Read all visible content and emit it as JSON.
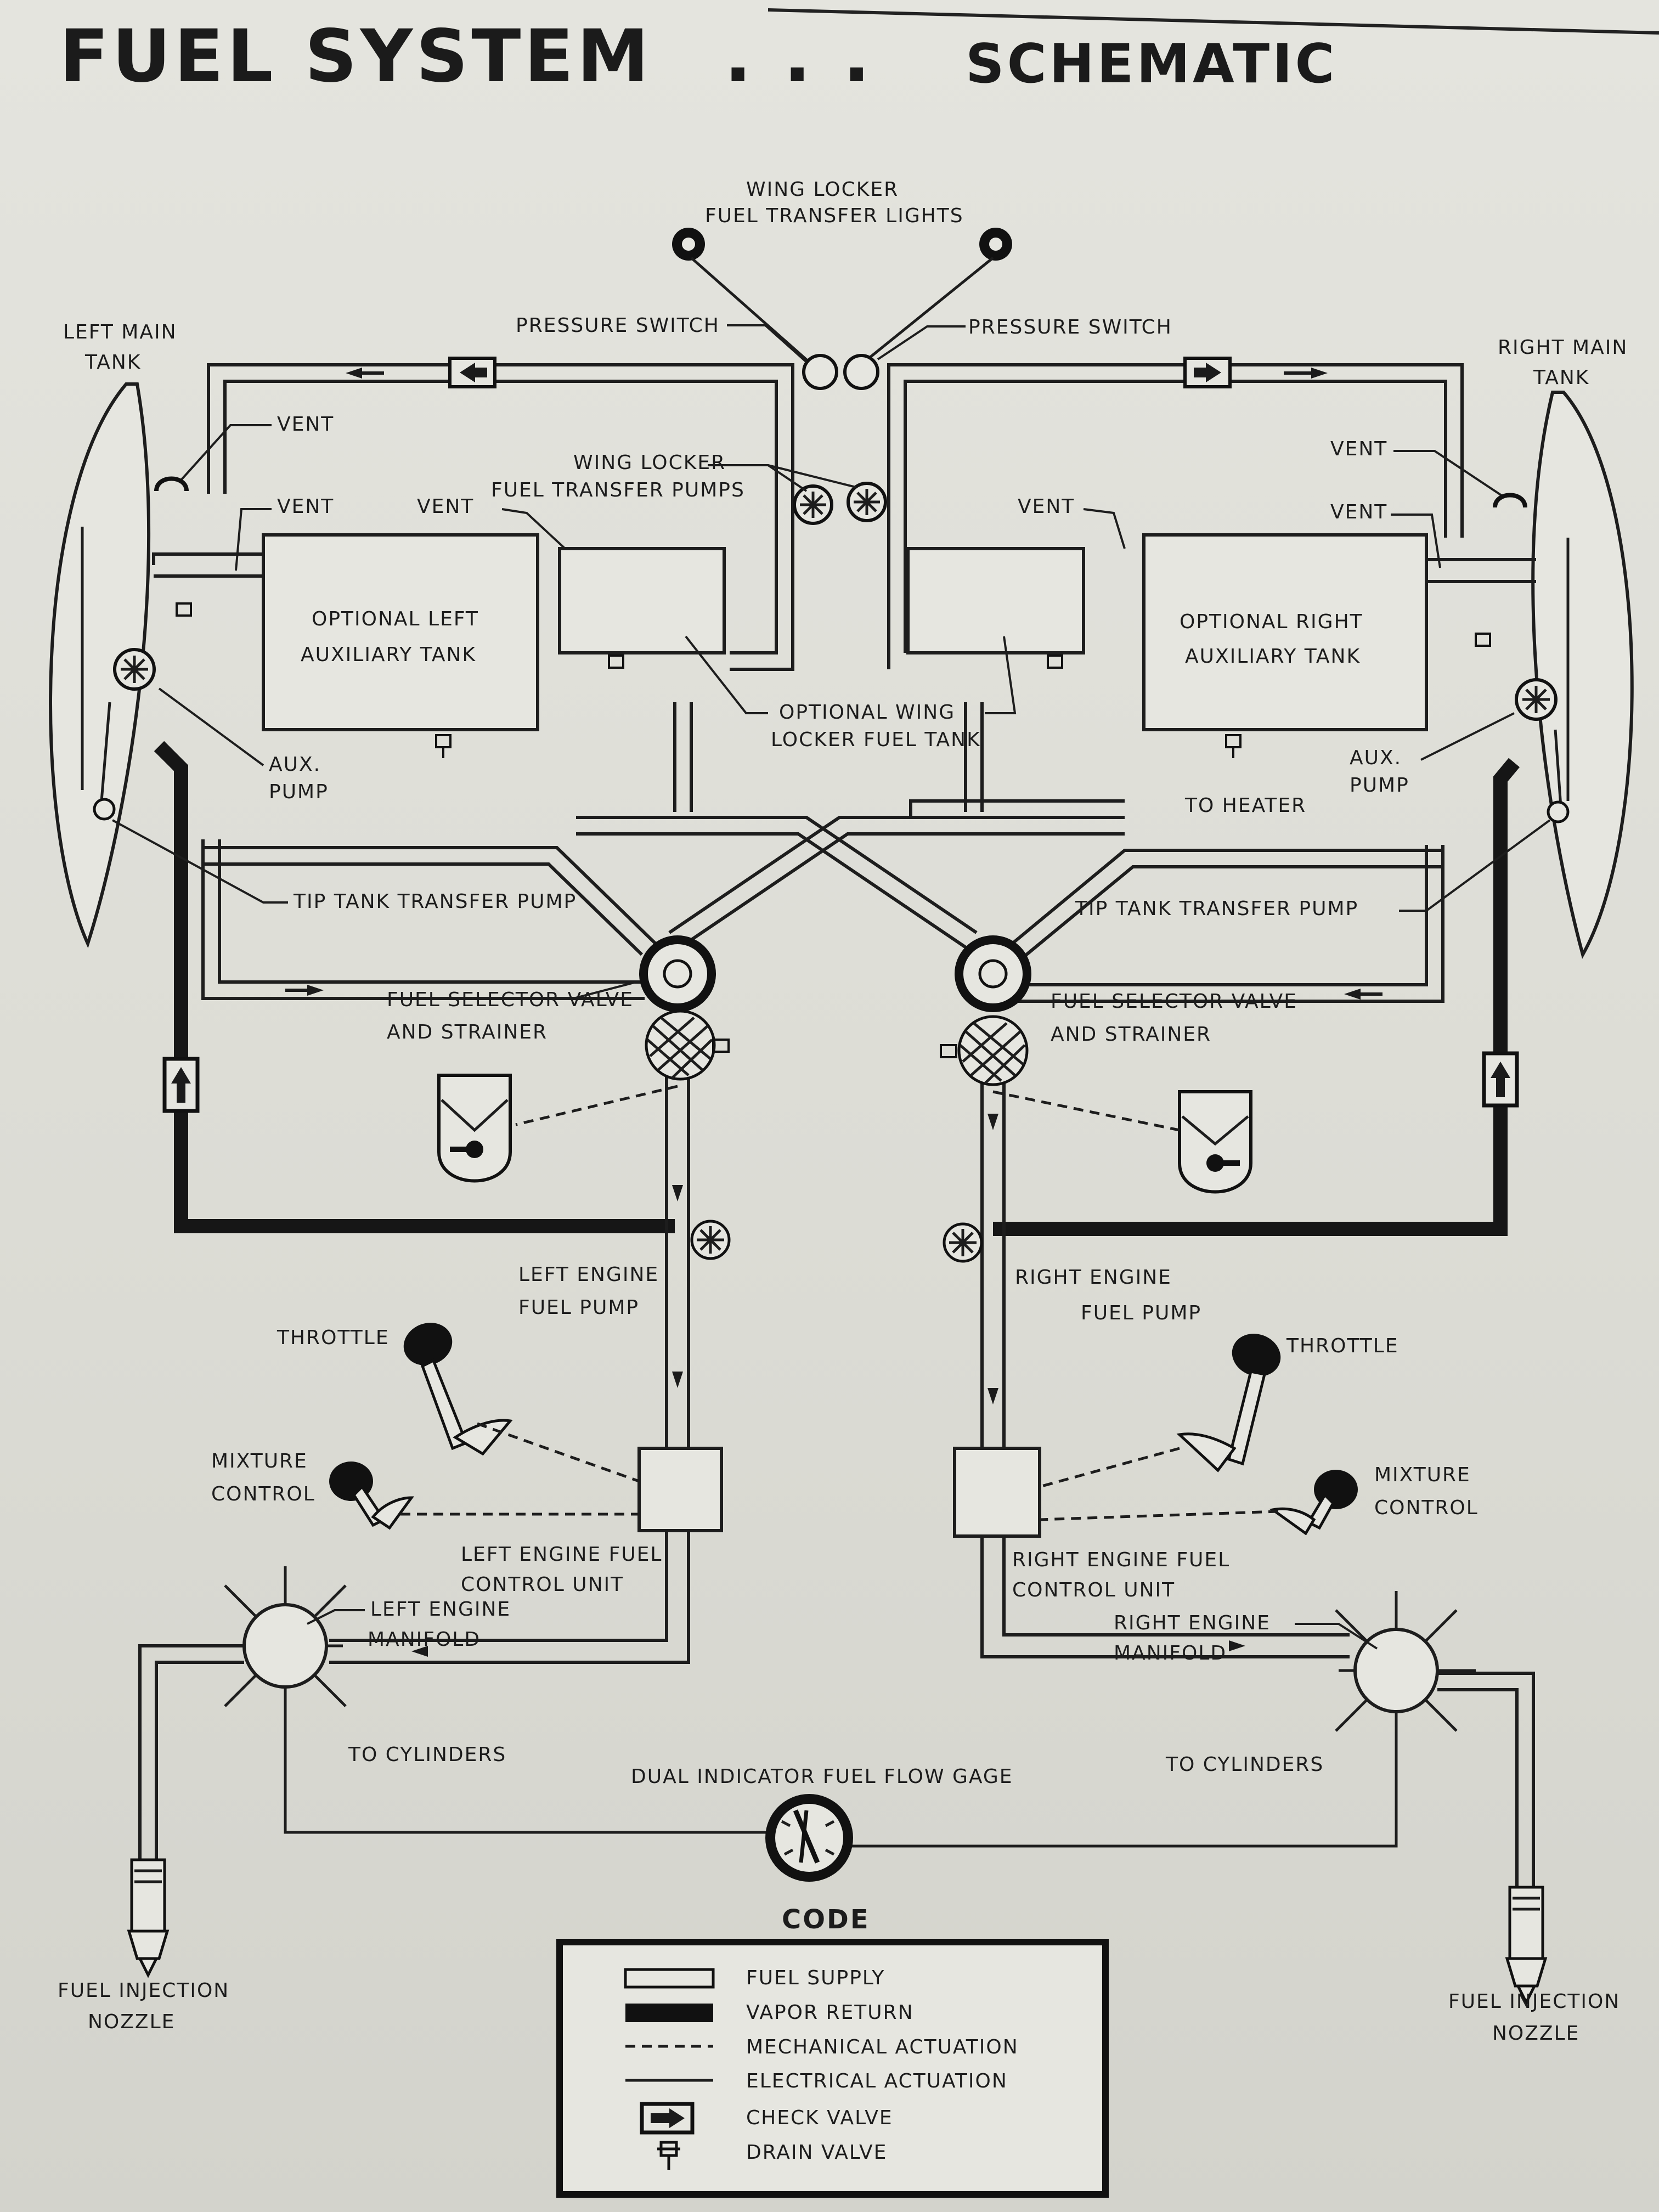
{
  "title": {
    "main": "FUEL SYSTEM",
    "dots": ". . .",
    "sub": "SCHEMATIC"
  },
  "labels": {
    "wing_locker_lights_1": "WING LOCKER",
    "wing_locker_lights_2": "FUEL TRANSFER LIGHTS",
    "pressure_switch_left": "PRESSURE SWITCH",
    "pressure_switch_right": "PRESSURE SWITCH",
    "left_main_tank_1": "LEFT MAIN",
    "left_main_tank_2": "TANK",
    "right_main_tank_1": "RIGHT MAIN",
    "right_main_tank_2": "TANK",
    "vent_l1": "VENT",
    "vent_l2": "VENT",
    "vent_l3": "VENT",
    "vent_r1": "VENT",
    "vent_r2": "VENT",
    "vent_r3": "VENT",
    "wing_locker_pumps_1": "WING LOCKER",
    "wing_locker_pumps_2": "FUEL TRANSFER PUMPS",
    "opt_left_aux_1": "OPTIONAL LEFT",
    "opt_left_aux_2": "AUXILIARY TANK",
    "opt_right_aux_1": "OPTIONAL RIGHT",
    "opt_right_aux_2": "AUXILIARY TANK",
    "opt_wing_locker_1": "OPTIONAL WING",
    "opt_wing_locker_2": "LOCKER FUEL TANK",
    "aux_pump_left_1": "AUX.",
    "aux_pump_left_2": "PUMP",
    "aux_pump_right_1": "AUX.",
    "aux_pump_right_2": "PUMP",
    "to_heater": "TO HEATER",
    "tip_tank_left": "TIP TANK TRANSFER PUMP",
    "tip_tank_right": "TIP TANK TRANSFER PUMP",
    "selector_left_1": "FUEL SELECTOR VALVE",
    "selector_left_2": "AND STRAINER",
    "selector_right_1": "FUEL SELECTOR VALVE",
    "selector_right_2": "AND STRAINER",
    "left_fuel_pump_1": "LEFT ENGINE",
    "left_fuel_pump_2": "FUEL PUMP",
    "right_fuel_pump_1": "RIGHT ENGINE",
    "right_fuel_pump_2": "FUEL PUMP",
    "throttle_left": "THROTTLE",
    "throttle_right": "THROTTLE",
    "mixture_left_1": "MIXTURE",
    "mixture_left_2": "CONTROL",
    "mixture_right_1": "MIXTURE",
    "mixture_right_2": "CONTROL",
    "left_fcu_1": "LEFT ENGINE FUEL",
    "left_fcu_2": "CONTROL UNIT",
    "right_fcu_1": "RIGHT ENGINE FUEL",
    "right_fcu_2": "CONTROL UNIT",
    "left_manifold_1": "LEFT ENGINE",
    "left_manifold_2": "MANIFOLD",
    "right_manifold_1": "RIGHT ENGINE",
    "right_manifold_2": "MANIFOLD",
    "to_cylinders_left": "TO CYLINDERS",
    "to_cylinders_right": "TO CYLINDERS",
    "fuel_flow_gage": "DUAL INDICATOR FUEL FLOW GAGE",
    "nozzle_left_1": "FUEL INJECTION",
    "nozzle_left_2": "NOZZLE",
    "nozzle_right_1": "FUEL INJECTION",
    "nozzle_right_2": "NOZZLE"
  },
  "legend": {
    "title": "CODE",
    "items": [
      {
        "label": "FUEL SUPPLY",
        "symbol": "fuel-supply"
      },
      {
        "label": "VAPOR RETURN",
        "symbol": "vapor-return"
      },
      {
        "label": "MECHANICAL ACTUATION",
        "symbol": "mechanical-actuation"
      },
      {
        "label": "ELECTRICAL ACTUATION",
        "symbol": "electrical-actuation"
      },
      {
        "label": "CHECK VALVE",
        "symbol": "check-valve-icon"
      },
      {
        "label": "DRAIN VALVE",
        "symbol": "drain-valve-icon"
      }
    ]
  },
  "colors": {
    "ink": "#1b1b1b",
    "paper": "#e4e4de"
  }
}
